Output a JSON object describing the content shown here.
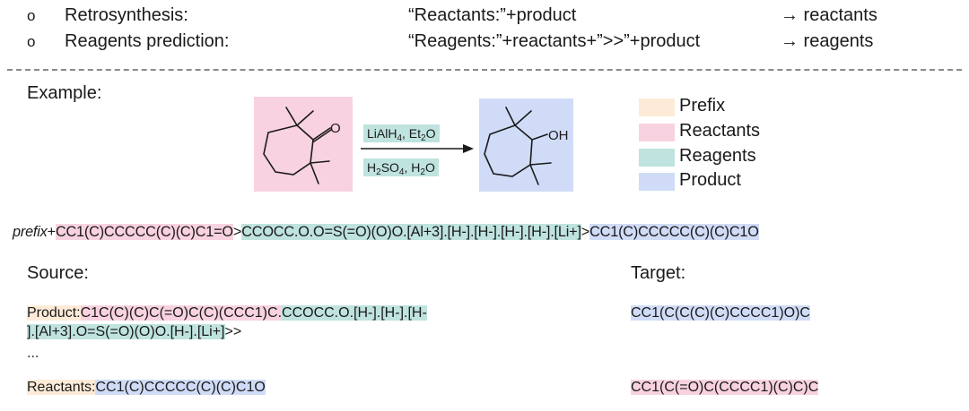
{
  "tasks": [
    {
      "bullet": "o",
      "name": "Retrosynthesis:",
      "template": "“Reactants:”+product",
      "result": "→ reactants"
    },
    {
      "bullet": "o",
      "name": "Reagents prediction:",
      "template": "“Reagents:”+reactants+”>>”+product",
      "result": "→ reagents"
    }
  ],
  "example_label": "Example:",
  "reaction": {
    "reactant_atom": "O",
    "product_atom": "OH",
    "cond_top": {
      "a": "LiAlH",
      "a_sub": "4",
      "b": ", Et",
      "b_sub": "2",
      "c": "O"
    },
    "cond_bottom": {
      "a": "H",
      "a_sub": "2",
      "b": "SO",
      "b_sub": "4",
      "c": ", H",
      "c_sub": "2",
      "d": "O"
    }
  },
  "legend": [
    {
      "label": "Prefix",
      "color": "#fdebd8"
    },
    {
      "label": "Reactants",
      "color": "#f8d2e0"
    },
    {
      "label": "Reagents",
      "color": "#bfe3df"
    },
    {
      "label": "Product",
      "color": "#d0dcf7"
    }
  ],
  "full_smiles": {
    "prefix": "prefix",
    "plus": "+",
    "reactants": "CC1(C)CCCCC(C)(C)C1=O",
    "sep1": ">",
    "reagents": "CCOCC.O.O=S(=O)(O)O.[Al+3].[H-].[H-].[H-].[H-].[Li+]",
    "sep2": ">",
    "product": "CC1(C)CCCCC(C)(C)C1O"
  },
  "source_label": "Source:",
  "target_label": "Target:",
  "rows": {
    "row1_prefix": "Product:",
    "row1_product": "C1C(C)(C)C(=O)C(C)(CCC1)C.",
    "row1_reagents_a": "CCOCC.O.[H-].[H-].[H-",
    "row1_reagents_b": "].[Al+3].O=S(=O)(O)O.[H-].[Li+]",
    "row1_tail": ">>",
    "row1_target": "CC1(C(C(C)(C)CCCC1)O)C",
    "ellipsis": "...",
    "row2_prefix": "Reactants:",
    "row2_product": "CC1(C)CCCCC(C)(C)C1O",
    "row2_target": "CC1(C(=O)C(CCCC1)(C)C)C"
  }
}
